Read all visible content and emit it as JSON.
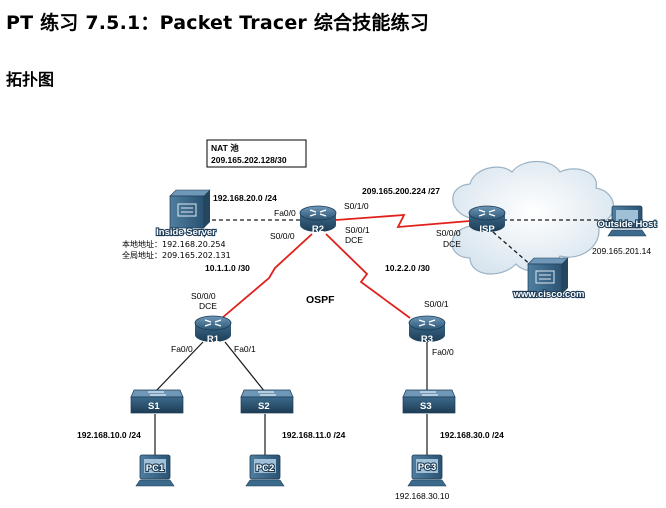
{
  "header": {
    "title": "PT 练习 7.5.1：Packet Tracer 综合技能练习",
    "subtitle": "拓扑图"
  },
  "topology": {
    "nat_pool": {
      "heading": "NAT 池",
      "range": "209.165.202.128/30"
    },
    "devices": {
      "R1": "R1",
      "R2": "R2",
      "R3": "R3",
      "ISP": "ISP",
      "S1": "S1",
      "S2": "S2",
      "S3": "S3",
      "PC1": "PC1",
      "PC2": "PC2",
      "PC3": "PC3",
      "inside_server": "Inside Server",
      "outside_host": "Outside Host",
      "web_server": "www.cisco.com"
    },
    "networks": {
      "r2_lan": "192.168.20.0 /24",
      "r2_isp": "209.165.200.224 /27",
      "r1_r2": "10.1.1.0 /30",
      "r2_r3": "10.2.2.0 /30",
      "s1_lan": "192.168.10.0 /24",
      "s2_lan": "192.168.11.0 /24",
      "s3_lan": "192.168.30.0 /24"
    },
    "server_addresses": {
      "local_line": "本地地址：192.168.20.254",
      "global_line": "全局地址：209.165.202.131"
    },
    "host_addresses": {
      "outside_host_ip": "209.165.201.14",
      "pc3_ip": "192.168.30.10"
    },
    "interfaces": {
      "r2_fa00": "Fa0/0",
      "r2_s010": "S0/1/0",
      "r2_s000": "S0/0/0",
      "r2_s001": "S0/0/1",
      "r2_dce": "DCE",
      "isp_s000": "S0/0/0",
      "isp_dce": "DCE",
      "r1_s000": "S0/0/0",
      "r1_dce": "DCE",
      "r1_fa00": "Fa0/0",
      "r1_fa01": "Fa0/1",
      "r3_s001": "S0/0/1",
      "r3_fa00": "Fa0/0"
    },
    "routing_protocol": "OSPF"
  },
  "colors": {
    "serial_link": "#e0201b",
    "ethernet_link": "#1a1a1a",
    "device_blue": "#3f6f93",
    "device_dark": "#24465f"
  }
}
